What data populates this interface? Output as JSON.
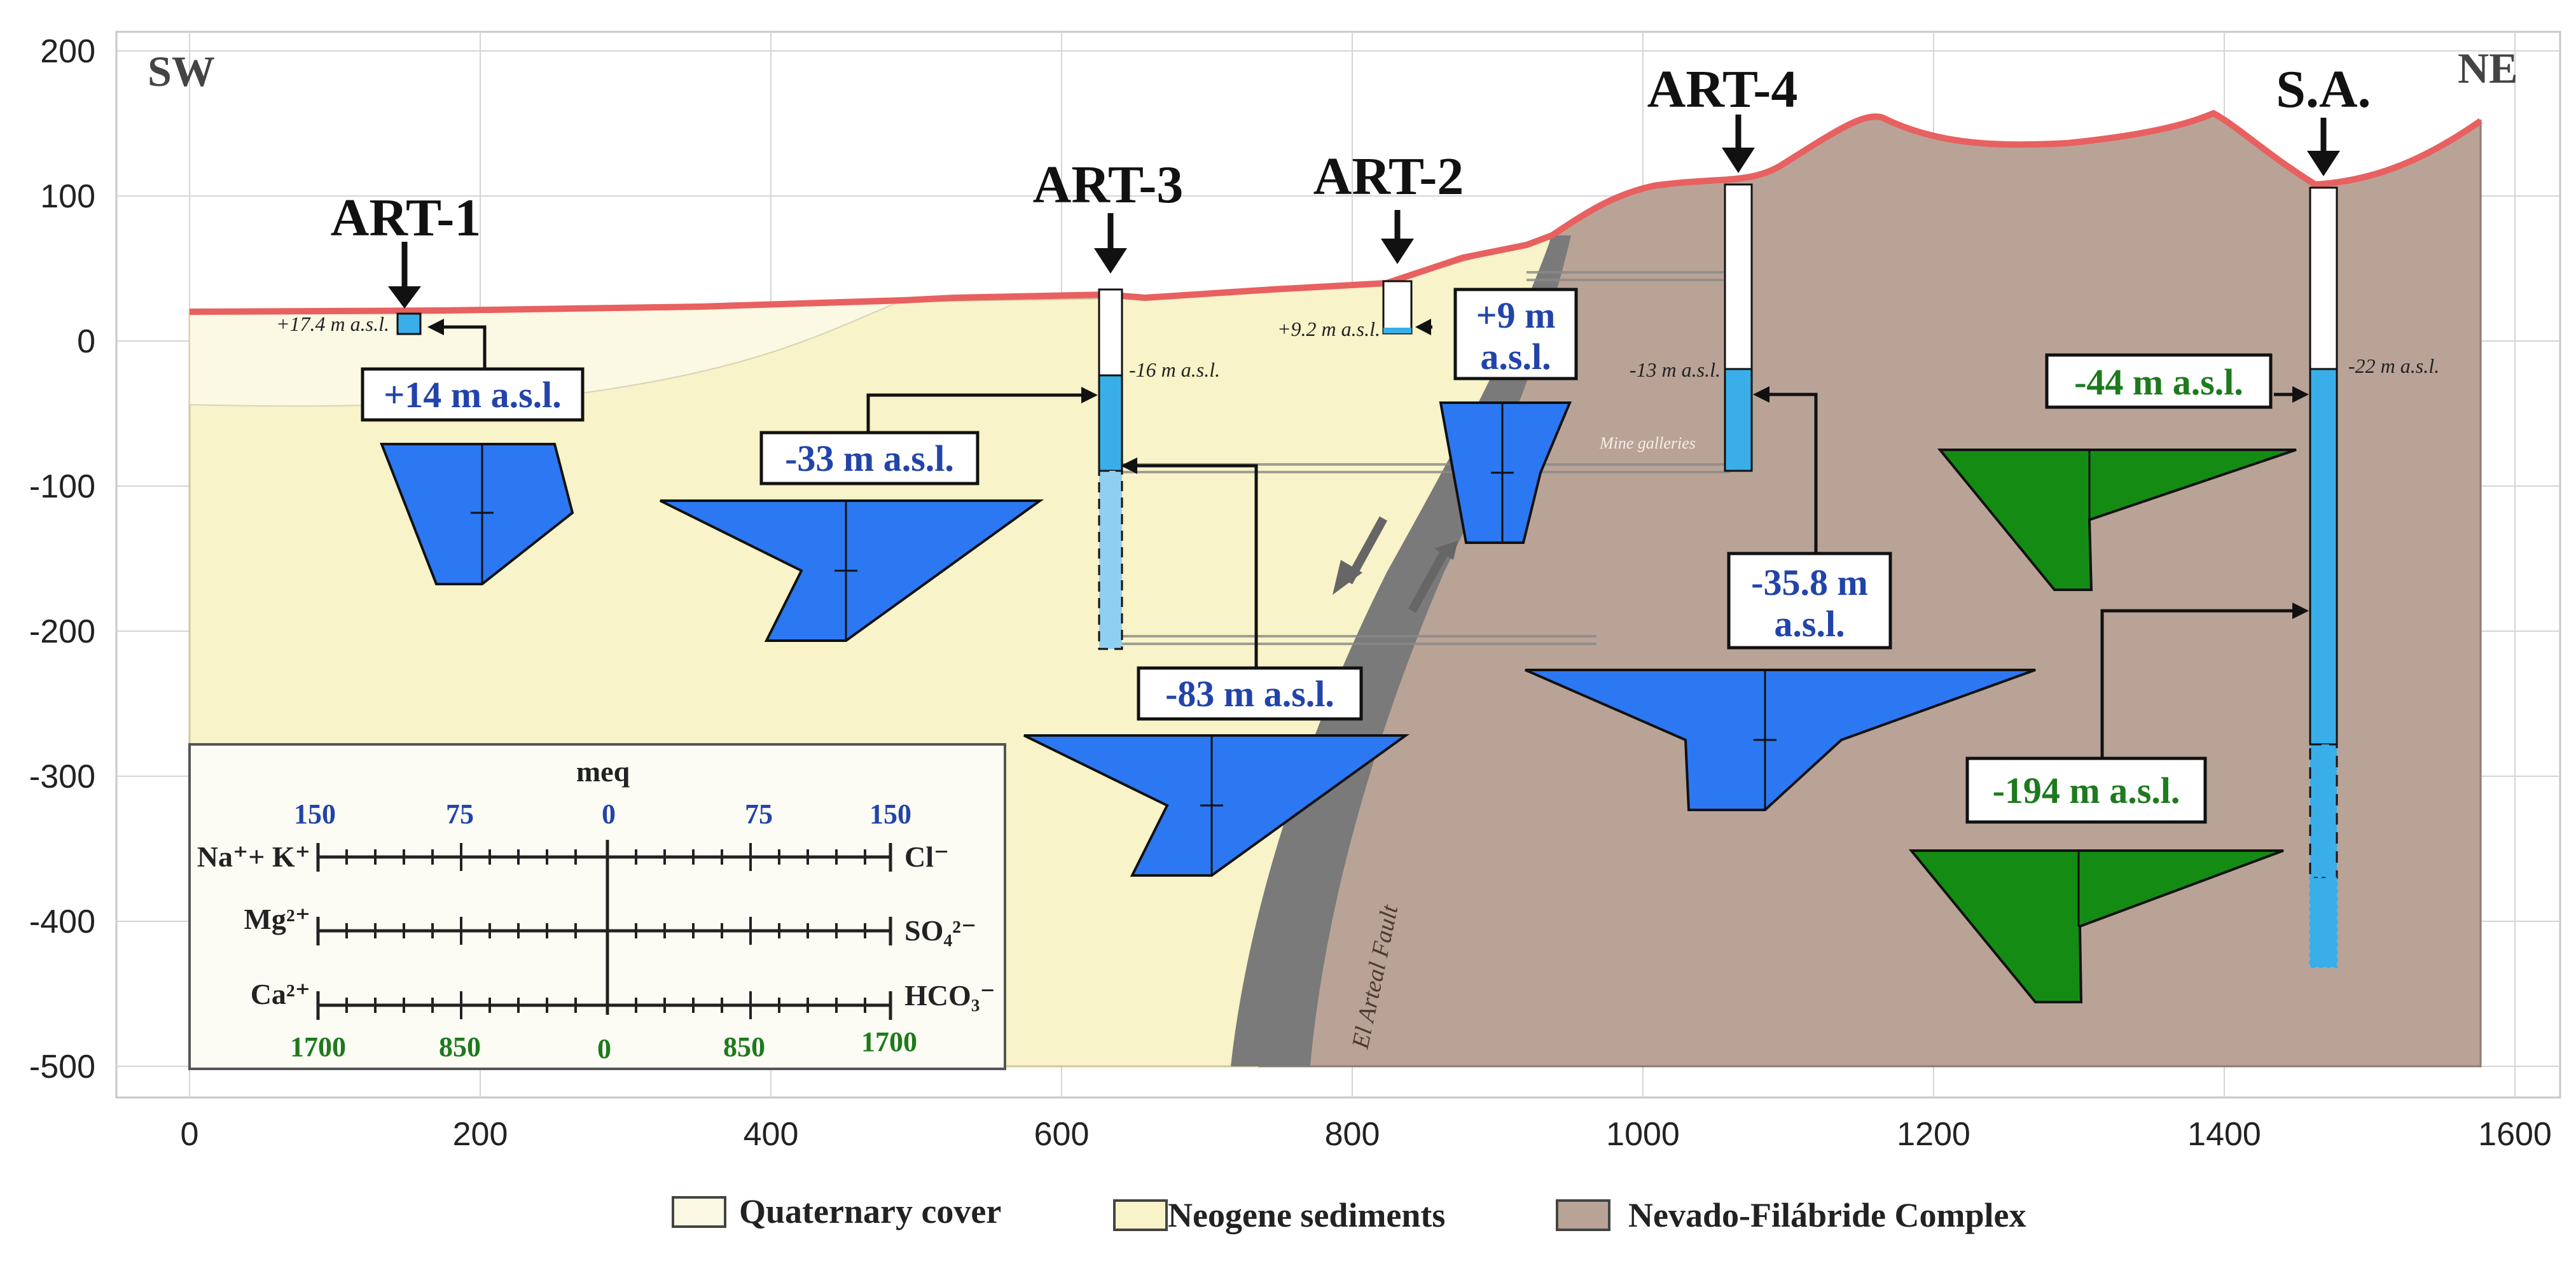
{
  "section": {
    "dir_left": "SW",
    "dir_right": "NE",
    "y_ticks": [
      "200",
      "100",
      "0",
      "-100",
      "-200",
      "-300",
      "-400",
      "-500"
    ],
    "x_ticks": [
      "0",
      "200",
      "400",
      "600",
      "800",
      "1000",
      "1200",
      "1400",
      "1600"
    ],
    "fault_label": "El Arteal Fault",
    "galleries_label": "Mine galleries",
    "colors": {
      "quaternary": "#fbf8e3",
      "neogene": "#f8f3c8",
      "nevado": "#b9a397",
      "fault": "#7a7a7a",
      "topography": "#e86060",
      "water": "#39aee8",
      "stiff_blue": "#2b78f2",
      "stiff_green": "#148c14"
    }
  },
  "wells": {
    "art1": {
      "name": "ART-1",
      "level": "+17.4 m a.s.l.",
      "stiff_label": "+14 m a.s.l."
    },
    "art3": {
      "name": "ART-3",
      "level": "-16 m a.s.l.",
      "stiff_label_1": "-33 m a.s.l.",
      "stiff_label_2": "-83 m a.s.l."
    },
    "art2": {
      "name": "ART-2",
      "level": "+9.2 m a.s.l.",
      "stiff_label_l1": "+9 m",
      "stiff_label_l2": "a.s.l."
    },
    "art4": {
      "name": "ART-4",
      "level": "-13 m a.s.l.",
      "stiff_label_l1": "-35.8 m",
      "stiff_label_l2": "a.s.l."
    },
    "sa": {
      "name": "S.A.",
      "level": "-22 m a.s.l.",
      "stiff_label_1": "-44 m a.s.l.",
      "stiff_label_2": "-194 m a.s.l."
    }
  },
  "stiff_scale": {
    "title": "meq",
    "top_ticks": [
      "150",
      "75",
      "0",
      "75",
      "150"
    ],
    "bottom_ticks": [
      "1700",
      "850",
      "0",
      "850",
      "1700"
    ],
    "row1_left": "Na⁺+ K⁺",
    "row1_right": "Cl⁻",
    "row2_left": "Mg²⁺",
    "row2_right": "SO₄²⁻",
    "row3_left": "Ca²⁺",
    "row3_right": "HCO₃⁻"
  },
  "legend": {
    "quaternary": "Quaternary cover",
    "neogene": "Neogene sediments",
    "nevado": "Nevado-Filábride Complex"
  }
}
